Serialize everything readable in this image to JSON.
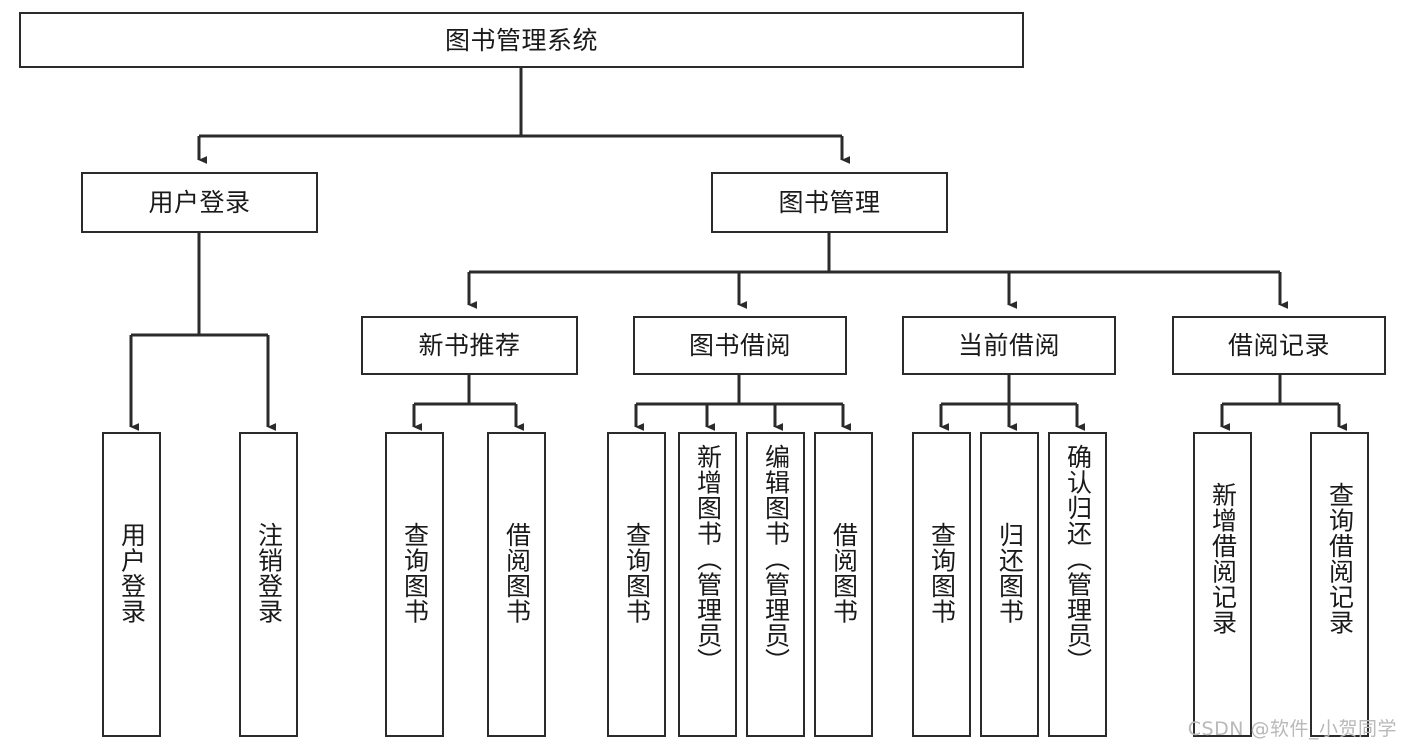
{
  "diagram": {
    "title": "图书管理系统",
    "type": "hierarchy-tree",
    "watermark": "CSDN @软件_小贺同学",
    "colors": {
      "stroke": "#2b2b2b",
      "fill": "#ffffff",
      "text": "#1a1a1a",
      "watermark": "#b9b9b9"
    },
    "root": {
      "label": "图书管理系统"
    },
    "level2": [
      {
        "label": "用户登录"
      },
      {
        "label": "图书管理"
      }
    ],
    "level3": [
      {
        "label": "新书推荐"
      },
      {
        "label": "图书借阅"
      },
      {
        "label": "当前借阅"
      },
      {
        "label": "借阅记录"
      }
    ],
    "leaves": {
      "user_login": [
        {
          "label": "用户登录"
        },
        {
          "label": "注销登录"
        }
      ],
      "new_book": [
        {
          "label": "查询图书"
        },
        {
          "label": "借阅图书"
        }
      ],
      "book_borrow": [
        {
          "label": "查询图书"
        },
        {
          "label": "新增图书（管理员）"
        },
        {
          "label": "编辑图书（管理员）"
        },
        {
          "label": "借阅图书"
        }
      ],
      "current_borrow": [
        {
          "label": "查询图书"
        },
        {
          "label": "归还图书"
        },
        {
          "label": "确认归还（管理员）"
        }
      ],
      "borrow_record": [
        {
          "label": "新增借阅记录"
        },
        {
          "label": "查询借阅记录"
        }
      ]
    }
  }
}
